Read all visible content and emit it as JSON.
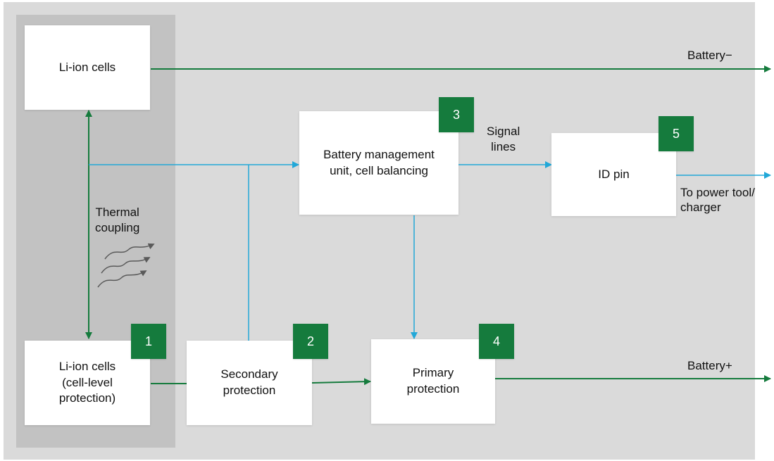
{
  "colors": {
    "green": "#157b3d",
    "cyan": "#22a8d8",
    "background": "#dadada",
    "cells_panel": "#c2c2c2",
    "heat_arrows": "#5a5a5a"
  },
  "nodes": {
    "li_ion_cells_top": {
      "text": "Li-ion cells"
    },
    "bmu": {
      "text_line1": "Battery management",
      "text_line2": "unit, cell balancing",
      "badge": "3"
    },
    "id_pin": {
      "text": "ID pin",
      "badge": "5"
    },
    "li_ion_cells_bottom": {
      "text_line1": "Li-ion cells",
      "text_line2": "(cell-level",
      "text_line3": "protection)",
      "badge": "1"
    },
    "secondary_protection": {
      "text_line1": "Secondary",
      "text_line2": "protection",
      "badge": "2"
    },
    "primary_protection": {
      "text_line1": "Primary",
      "text_line2": "protection",
      "badge": "4"
    }
  },
  "labels": {
    "battery_minus": "Battery−",
    "battery_plus": "Battery+",
    "signal_lines_1": "Signal",
    "signal_lines_2": "lines",
    "to_power_tool_1": "To power tool/",
    "to_power_tool_2": "charger",
    "thermal_coupling_1": "Thermal",
    "thermal_coupling_2": "coupling"
  },
  "icons": {
    "heat_flow": "heat-waves-icon"
  }
}
